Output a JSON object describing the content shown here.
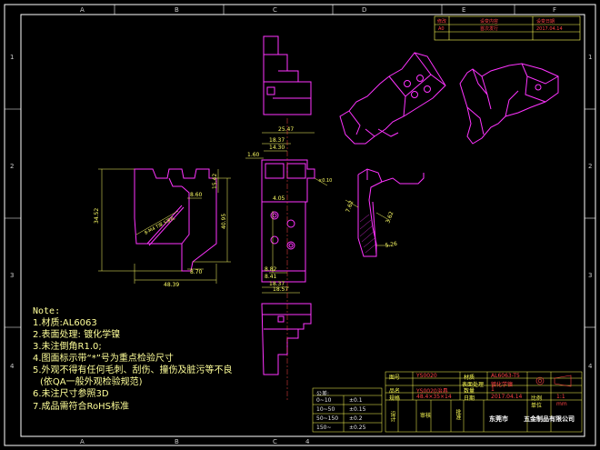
{
  "border": {
    "top_letters": [
      "A",
      "B",
      "C",
      "D",
      "E",
      "F"
    ],
    "side_numbers": [
      "1",
      "2",
      "3",
      "4"
    ],
    "page_number": "4"
  },
  "dimensions": {
    "front_width": "48.39",
    "front_height": "34.52",
    "front_right_height": "40.95",
    "front_right_top": "15.42",
    "front_step": "8.70",
    "front_inner": "8.60",
    "front_diag": "8-M4 T深 5深孔",
    "side_overall_width": "25.47",
    "side_upper_width": "18.37",
    "side_mid_width": "14.30",
    "side_left_width": "1.60",
    "side_hole_offset": "4.05",
    "side_hole_vert": "8.82",
    "side_hole_vert2": "8.41",
    "side_bottom_width": "18.37",
    "side_bottom_width2": "18.57",
    "side_right_callout": "×0.10",
    "section_dim1": "7.62",
    "section_dim2": "3.62",
    "section_dim3": "5.26"
  },
  "notes": {
    "title": "Note:",
    "items": [
      "1.材质:AL6063",
      "2.表面处理: 镀化学镍",
      "3.未注倒角R1.0;",
      "4.图面标示带“*”号为重点检验尺寸",
      "5.外观不得有任何毛刺、刮伤、撞伤及脏污等不良",
      "(依QA一般外观检验规范)",
      "6.未注尺寸参照3D",
      "7.成品需符合RoHS标准"
    ]
  },
  "tolerance": {
    "header": "公差:",
    "rows": [
      {
        "range": "0~10",
        "tol": "±0.1"
      },
      {
        "range": "10~50",
        "tol": "±0.15"
      },
      {
        "range": "50~150",
        "tol": "±0.2"
      },
      {
        "range": "150~",
        "tol": "±0.25"
      }
    ]
  },
  "revision": {
    "headers": [
      "修改",
      "设变内容",
      "设变日期"
    ],
    "row": [
      "A0",
      "首次发行",
      "2017.04.14"
    ]
  },
  "title_block": {
    "drawing_no_label": "图号",
    "drawing_no": "YS0020",
    "part_name_label": "品名",
    "part_name": "YS0020治具",
    "spec_label": "规格",
    "spec": "48.4×35×14",
    "material_label": "材质",
    "material": "AL6063-T5",
    "surface_label": "表面处理",
    "surface": "镀化学镍",
    "qty_label": "数量",
    "qty": "1",
    "date_label": "日期",
    "date": "2017.04.14",
    "scale_label": "比例",
    "scale": "1:1",
    "unit_label": "单位",
    "unit": "mm",
    "design_label": "设计",
    "check_label": "审核",
    "approve_label": "批准",
    "city": "东莞市",
    "company": "五金制品有限公司"
  }
}
